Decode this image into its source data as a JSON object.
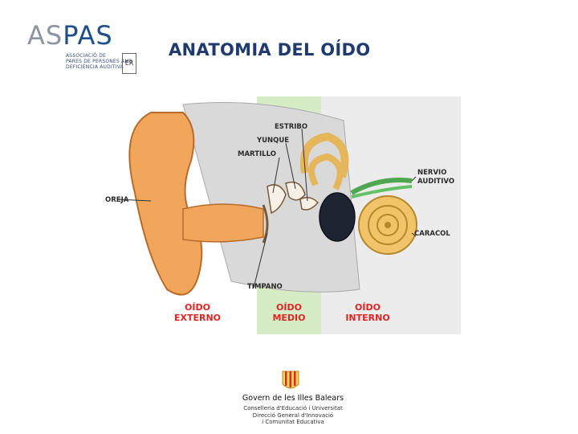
{
  "logo": {
    "left_text": "AS",
    "right_text": "PAS",
    "subtitle": "ASSOCIACIÓ DE\nPARES DE PERSONES AMB\nDEFICIÈNCIA AUDITIVA",
    "seal_text": "ER"
  },
  "title": "ANATOMIA DEL OÍDO",
  "diagram": {
    "labels": {
      "estribo": "ESTRIBO",
      "yunque": "YUNQUE",
      "martillo": "MARTILLO",
      "nervio": "NERVIO",
      "auditivo": "AUDITIVO",
      "oreja": "OREJA",
      "caracol": "CARACOL",
      "timpano": "TIMPANO"
    },
    "zones": {
      "externo": {
        "line1": "OÍDO",
        "line2": "EXTERNO"
      },
      "medio": {
        "line1": "OÍDO",
        "line2": "MEDIO"
      },
      "interno": {
        "line1": "OÍDO",
        "line2": "INTERNO"
      }
    },
    "colors": {
      "zone_external": "#ffffff",
      "zone_middle": "#d6ecc4",
      "zone_internal": "#ececec",
      "skin": "#f2a65c",
      "bone": "#d9d9d9",
      "cochlea": "#f1c46a",
      "label_red": "#e02424"
    }
  },
  "footer": {
    "name": "Govern de les Illes Balears",
    "department": "Conselleria d'Educació i Universitat\nDirecció General d'Innovació\ni Comunitat Educativa"
  }
}
